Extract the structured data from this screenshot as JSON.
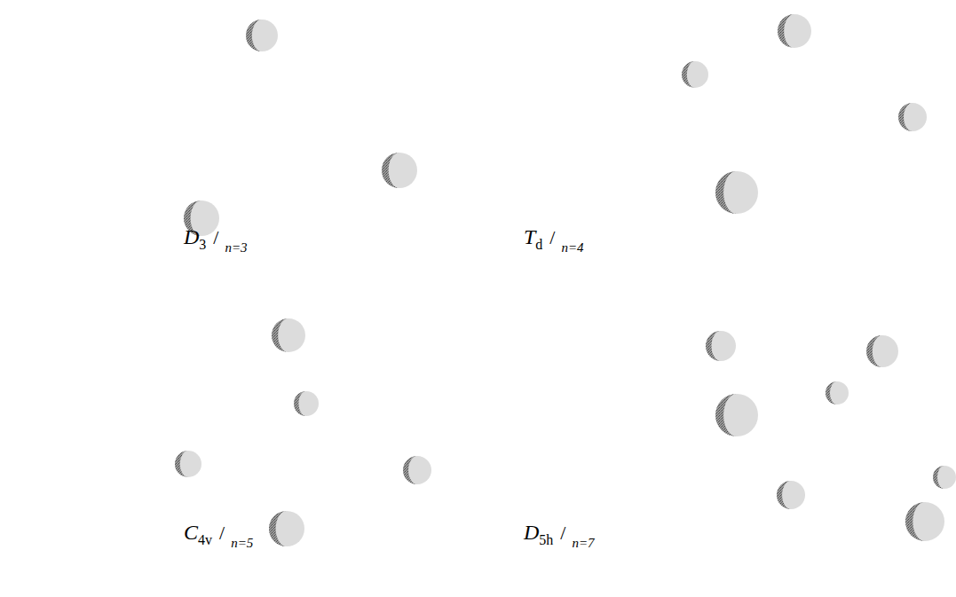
{
  "diagram": {
    "labels": [
      "D",
      "3",
      "/",
      "n=3",
      "T",
      "d",
      "/",
      "n=4",
      "C",
      "4v",
      "/",
      "n=5",
      "D",
      "5h",
      "/",
      "n=7"
    ]
  }
}
